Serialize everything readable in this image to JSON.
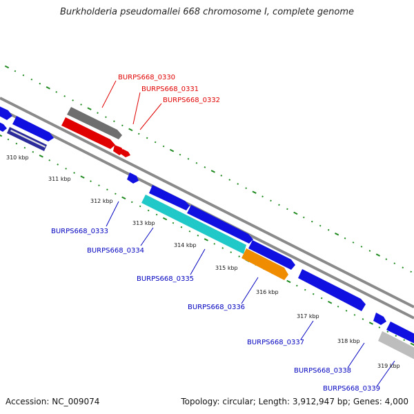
{
  "title": "Burkholderia pseudomallei 668 chromosome I, complete genome",
  "footer": {
    "accession": "Accession: NC_009074",
    "summary": "Topology: circular; Length: 3,912,947 bp; Genes: 4,000"
  },
  "colors": {
    "backbone": "#8a8a8a",
    "tick": "#1f8a1f",
    "gene_blue": "#1010e0",
    "gene_red": "#e00000",
    "gene_gray": "#6e6e6e",
    "gene_lightgray": "#bdbdbd",
    "gene_cyan": "#20c8c8",
    "gene_orange": "#f08c00",
    "gene_navy": "#2a2a9a"
  },
  "kbp_labels": [
    "310 kbp",
    "311 kbp",
    "312 kbp",
    "313 kbp",
    "314 kbp",
    "315 kbp",
    "316 kbp",
    "317 kbp",
    "318 kbp",
    "319 kbp"
  ],
  "gene_labels_red": [
    "BURPS668_0330",
    "BURPS668_0331",
    "BURPS668_0332"
  ],
  "gene_labels_blue": [
    "BURPS668_0333",
    "BURPS668_0334",
    "BURPS668_0335",
    "BURPS668_0336",
    "BURPS668_0337",
    "BURPS668_0338",
    "BURPS668_0339"
  ]
}
